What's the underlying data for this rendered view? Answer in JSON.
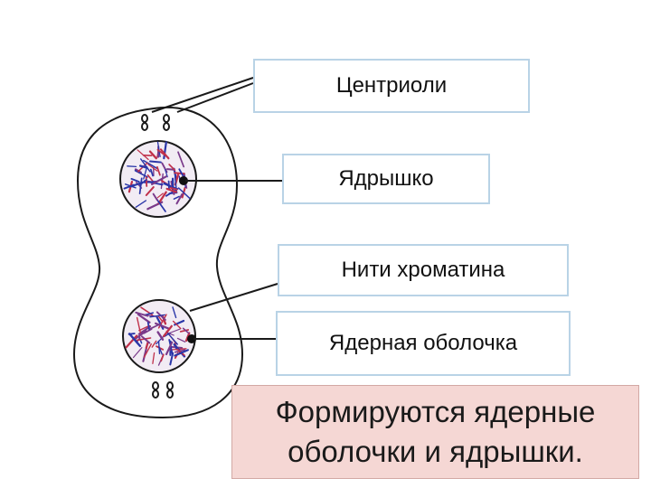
{
  "labels": {
    "centrioles": "Центриоли",
    "nucleolus": "Ядрышко",
    "chromatin": "Нити хроматина",
    "envelope": "Ядерная оболочка"
  },
  "caption": {
    "line1": "Формируются ядерные",
    "line2": "оболочки и ядрышки."
  },
  "colors": {
    "cell_outline": "#1a1a1a",
    "label_border": "#b9d3e6",
    "caption_background": "#f5d7d4",
    "chromatin_red": "#c0304a",
    "chromatin_blue": "#2a36a8"
  }
}
